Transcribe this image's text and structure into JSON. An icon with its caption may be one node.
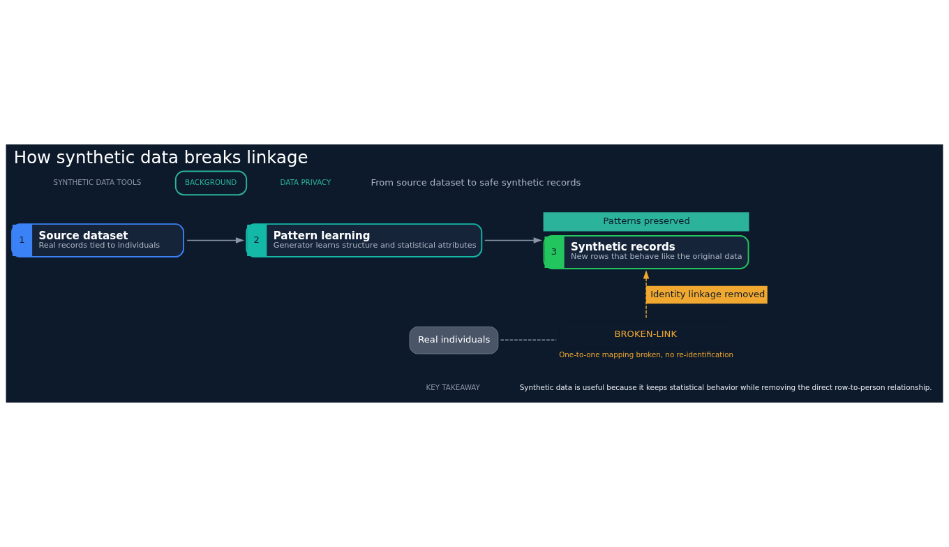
{
  "diagram": {
    "title": "How synthetic data breaks linkage",
    "nodes": [
      {
        "text": [
          "1",
          "Source dataset",
          "Real records tied to individuals"
        ]
      },
      {
        "text": [
          "2",
          "Pattern learning",
          "Generator learns structure and statistical attributes"
        ]
      },
      {
        "text": [
          "3",
          "Synthetic records",
          "New rows that behave like the original data"
        ],
        "beside": [
          "Patterns preserved"
        ]
      },
      {
        "text": [
          "Real individuals"
        ]
      },
      {
        "text": [
          "BROKEN-LINK"
        ],
        "beside": [
          "One-to-one mapping broken, no re-identification"
        ]
      }
    ],
    "edges": [
      {
        "from": 0,
        "to": 1,
        "arrow": "to"
      },
      {
        "from": 1,
        "to": 2,
        "arrow": "to"
      },
      {
        "from": 3,
        "to": 4,
        "arrow": "none",
        "style": "dashed"
      },
      {
        "from": 4,
        "to": 2,
        "arrow": "to",
        "style": "dashed",
        "color": "#f0a830",
        "label": "Identity linkage removed"
      }
    ],
    "labels": [
      "SYNTHETIC DATA TOOLS",
      "BACKGROUND",
      "DATA PRIVACY",
      "From source dataset to safe synthetic records",
      "KEY TAKEAWAY",
      "Synthetic data is useful because it keeps statistical behavior while removing the direct row-to-person relationship."
    ]
  }
}
